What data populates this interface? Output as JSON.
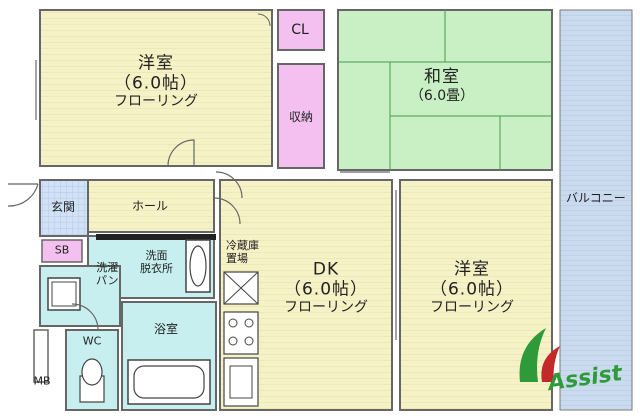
{
  "rooms": {
    "western1": {
      "name": "洋室",
      "size": "（6.0帖）",
      "floor": "フローリング"
    },
    "japanese": {
      "name": "和室",
      "size": "（6.0畳）"
    },
    "dk": {
      "name": "DK",
      "size": "（6.0帖）",
      "floor": "フローリング"
    },
    "western2": {
      "name": "洋室",
      "size": "（6.0帖）",
      "floor": "フローリング"
    }
  },
  "labels": {
    "cl": "CL",
    "storage": "収納",
    "entrance": "玄関",
    "hall": "ホール",
    "sb": "SB",
    "laundry": "洗濯\nパン",
    "washroom": "洗面\n脱衣所",
    "fridge": "冷蔵庫\n置場",
    "bath": "浴室",
    "wc": "WC",
    "mb": "MB",
    "balcony": "バルコニー"
  },
  "logo": {
    "text": "Assist"
  },
  "colors": {
    "floor_wood": "#f5f1c2",
    "tatami": "#c9f0c4",
    "closet": "#f4c0f0",
    "wet_area": "#c8efef",
    "entrance_tile": "#cfe0f5",
    "balcony": "#c8d8ef",
    "wall": "#6a6a6a",
    "logo_green": "#2f9a3a"
  }
}
